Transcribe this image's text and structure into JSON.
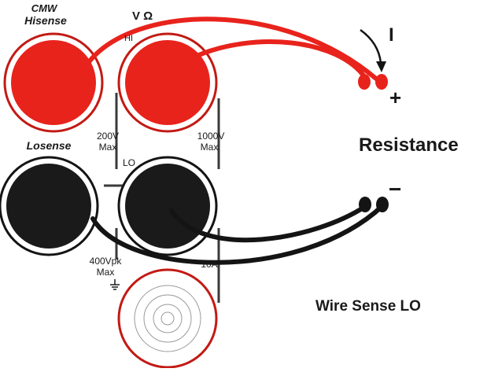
{
  "panel": {
    "hisense_top": "CMW",
    "hisense": "Hisense",
    "hi_terminal_label": "V Ω",
    "hi_sub_label": "HI",
    "max_left_value": "200V",
    "max_left_unit": "Max",
    "max_right_value": "1000V",
    "max_right_unit": "Max",
    "losense": "Losense",
    "lo_label": "LO",
    "bottom_left_value": "400Vpk",
    "bottom_left_unit": "Max",
    "bottom_right_value": "10A"
  },
  "annotations": {
    "current_label": "I",
    "plus_sign": "+",
    "minus_sign": "−",
    "resistance": "Resistance",
    "wire_sense": "Wire Sense LO"
  },
  "colors": {
    "red": "#e8231c",
    "dark_red": "#c21a14",
    "black": "#141414",
    "panel_line": "#3a3a3a"
  }
}
